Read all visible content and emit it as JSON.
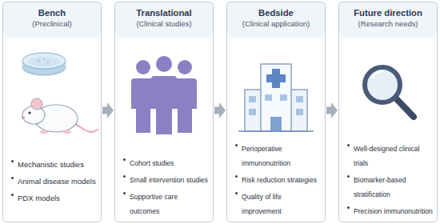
{
  "diagram": {
    "nodes": [
      {
        "text": [
          "Bench",
          "(Preclinical)",
          "Mechanistic studies",
          "Animal disease models",
          "PDX models"
        ]
      },
      {
        "text": [
          "Translational",
          "(Clinical studies)",
          "Cohort studies",
          "Small intervention studies",
          "Supportive care outcomes"
        ]
      },
      {
        "text": [
          "Bedside",
          "(Clinical application)",
          "Perioperative immunonutrition",
          "Risk reduction strategies",
          "Quality of life improvement"
        ]
      },
      {
        "text": [
          "Future direction",
          "(Research needs)",
          "Well-designed clinical trials",
          "Biomarker-based stratification",
          "Precision immunonutrition"
        ]
      }
    ],
    "edges": [
      {
        "from": 0,
        "to": 1,
        "arrow": "to"
      },
      {
        "from": 1,
        "to": 2,
        "arrow": "to"
      },
      {
        "from": 2,
        "to": 3,
        "arrow": "to"
      }
    ]
  }
}
